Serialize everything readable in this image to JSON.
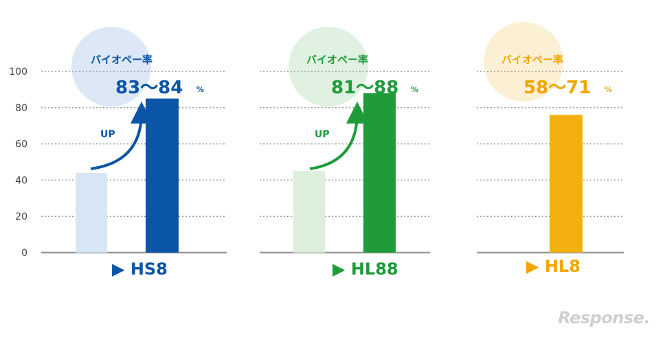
{
  "chart_data": [
    {
      "type": "bar",
      "yticks": [
        0,
        20,
        40,
        60,
        80,
        100
      ],
      "ylim": [
        0,
        100
      ],
      "grid": true,
      "values": [
        44,
        85
      ],
      "colors": [
        "#d6e6f5",
        "#0a55a7"
      ],
      "accent": "#0a55a7",
      "circle_color": "#dce8f6",
      "bubble_label": "バイオペー率",
      "value_text": "83〜84",
      "value_unit": "%",
      "arrow_label": "UP",
      "model_label": "▶ HS8"
    },
    {
      "type": "bar",
      "yticks": [
        0,
        20,
        40,
        60,
        80,
        100
      ],
      "ylim": [
        0,
        100
      ],
      "grid": true,
      "values": [
        45,
        88
      ],
      "colors": [
        "#dcefdc",
        "#1f9b3a"
      ],
      "accent": "#1f9b3a",
      "circle_color": "#e1f1e1",
      "bubble_label": "バイオペー率",
      "value_text": "81〜88",
      "value_unit": "%",
      "arrow_label": "UP",
      "model_label": "▶ HL88"
    },
    {
      "type": "bar",
      "yticks": [
        0,
        20,
        40,
        60,
        80,
        100
      ],
      "ylim": [
        0,
        100
      ],
      "grid": true,
      "values": [
        76
      ],
      "colors": [
        "#f2b10f"
      ],
      "accent": "#f2a500",
      "circle_color": "#fbf0d3",
      "bubble_label": "バイオペー率",
      "value_text": "58〜71",
      "value_unit": "%",
      "arrow_label": "",
      "model_label": "▶ HL8"
    }
  ],
  "watermark": "Response."
}
